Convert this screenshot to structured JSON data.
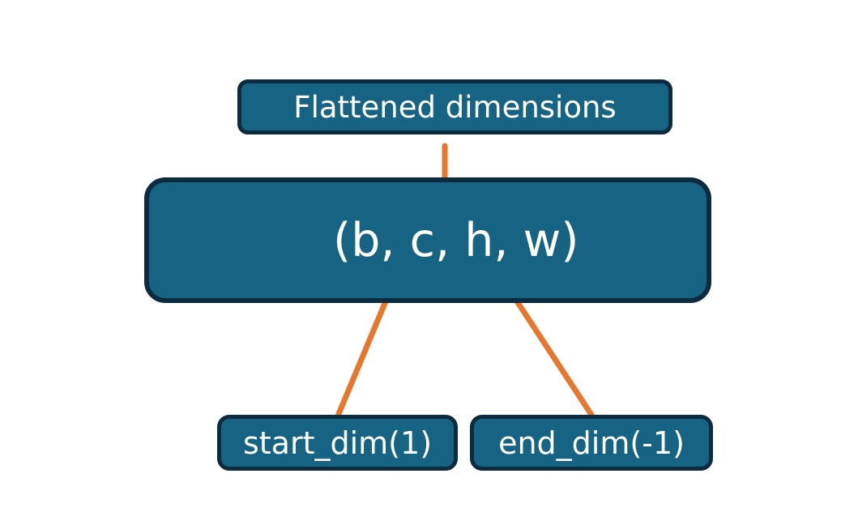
{
  "diagram": {
    "title": "Flatten dimensions diagram",
    "background_color": "#ffffff",
    "node_fill_color": "#166384",
    "node_border_color": "#0d2b3e",
    "node_text_color": "#ffffff",
    "accent_color": "#e8772e",
    "nodes": {
      "flattened": {
        "label": "Flattened dimensions",
        "role": "caption-box-top"
      },
      "shape": {
        "label": "(b, c, h, w)",
        "role": "tensor-shape-box",
        "dims": [
          "b",
          "c",
          "h",
          "w"
        ]
      },
      "start_dim": {
        "label": "start_dim(1)",
        "role": "argument-box",
        "value": "1"
      },
      "end_dim": {
        "label": "end_dim(-1)",
        "role": "argument-box",
        "value": "-1"
      }
    },
    "connectors": [
      {
        "name": "brace-over-dims",
        "kind": "curly-brace",
        "from": "shape",
        "to": "flattened",
        "spans_dims": [
          "c",
          "h",
          "w"
        ]
      },
      {
        "name": "start-dim-arrow",
        "kind": "arrow",
        "from": "start_dim",
        "to": "shape",
        "points_at_dim": "c"
      },
      {
        "name": "end-dim-arrow",
        "kind": "arrow",
        "from": "end_dim",
        "to": "shape",
        "points_at_dim": "w"
      }
    ]
  }
}
